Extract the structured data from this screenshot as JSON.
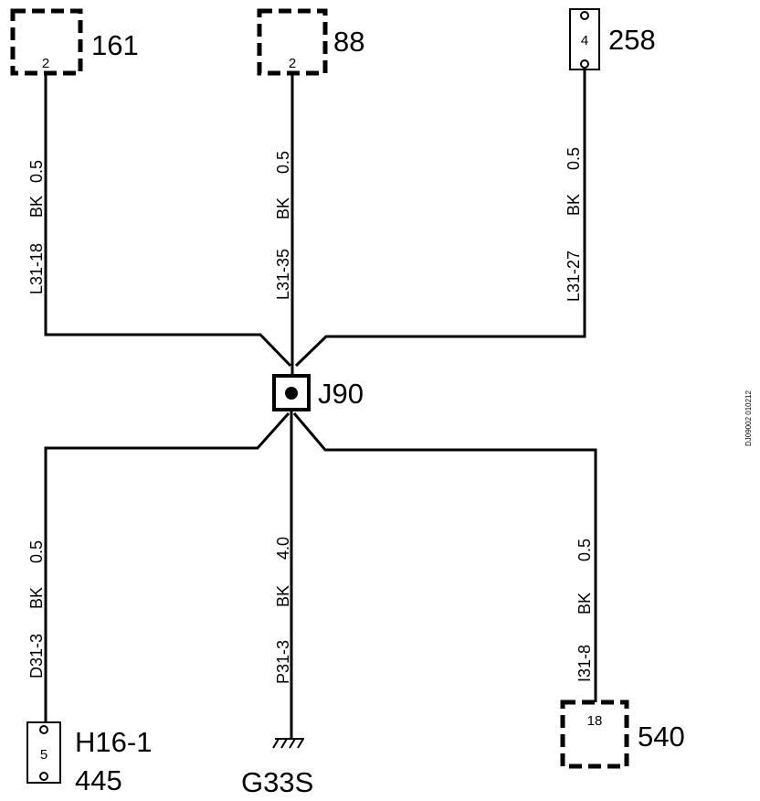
{
  "splice": {
    "label": "J90"
  },
  "ground": {
    "label": "G33S"
  },
  "components": {
    "c161": {
      "pin": "2",
      "ref": "161"
    },
    "c88": {
      "pin": "2",
      "ref": "88"
    },
    "c258": {
      "pin": "4",
      "ref": "258"
    },
    "c445": {
      "pin": "5",
      "name": "H16-1",
      "ref": "445"
    },
    "c540": {
      "pin": "18",
      "ref": "540"
    }
  },
  "wires": {
    "w161": {
      "circuit": "L31-18",
      "color": "BK",
      "size": "0.5"
    },
    "w88": {
      "circuit": "L31-35",
      "color": "BK",
      "size": "0.5"
    },
    "w258": {
      "circuit": "L31-27",
      "color": "BK",
      "size": "0.5"
    },
    "w445": {
      "circuit": "D31-3",
      "color": "BK",
      "size": "0.5"
    },
    "wground": {
      "circuit": "P31-3",
      "color": "BK",
      "size": "4.0"
    },
    "w540": {
      "circuit": "I31-8",
      "color": "BK",
      "size": "0.5"
    }
  },
  "figure_code": "DJ09002 010212"
}
